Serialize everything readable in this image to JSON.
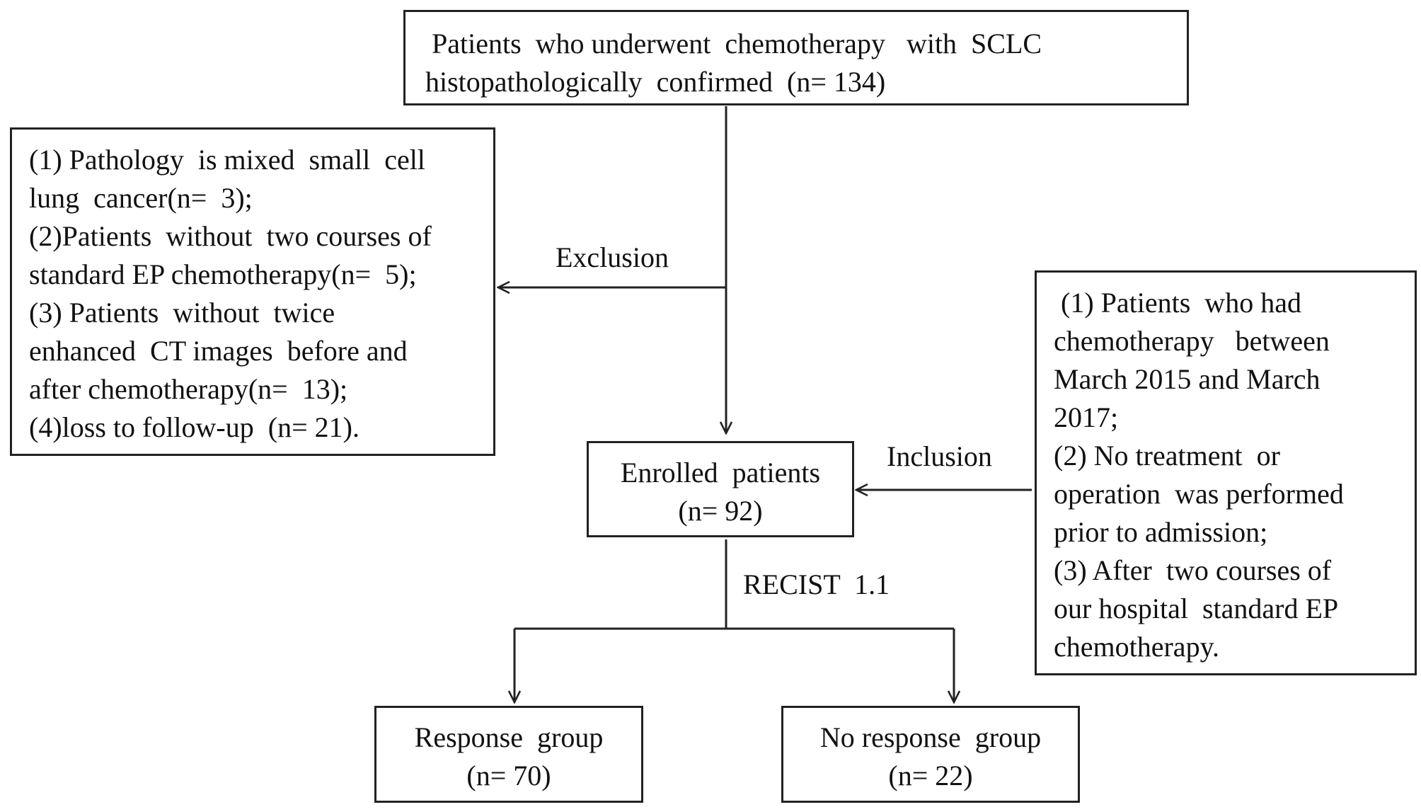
{
  "top_box": {
    "lines": [
      "Patients  who underwent  chemotherapy   with  SCLC",
      "histopathologically  confirmed  (n= 134)"
    ]
  },
  "exclusion_box": {
    "lines": [
      "(1) Pathology  is mixed  small  cell",
      "lung  cancer(n=  3);",
      "(2)Patients  without  two courses of",
      "standard EP chemotherapy(n=  5);",
      "(3) Patients  without  twice",
      "enhanced  CT images  before and",
      "after chemotherapy(n=  13);",
      "(4)loss to follow-up  (n= 21)."
    ]
  },
  "inclusion_box": {
    "lines": [
      " (1) Patients  who had",
      "chemotherapy   between",
      "March 2015 and March",
      "2017;",
      "(2) No treatment  or",
      "operation  was performed",
      "prior to admission;",
      "(3) After  two courses of",
      "our hospital  standard EP",
      "chemotherapy."
    ]
  },
  "enrolled_box": {
    "lines": [
      "Enrolled  patients",
      "(n= 92)"
    ]
  },
  "response_box": {
    "lines": [
      "Response  group",
      "(n= 70)"
    ]
  },
  "noresponse_box": {
    "lines": [
      "No response  group",
      "(n= 22)"
    ]
  },
  "labels": {
    "exclusion": "Exclusion",
    "inclusion": "Inclusion",
    "recist": "RECIST  1.1"
  }
}
